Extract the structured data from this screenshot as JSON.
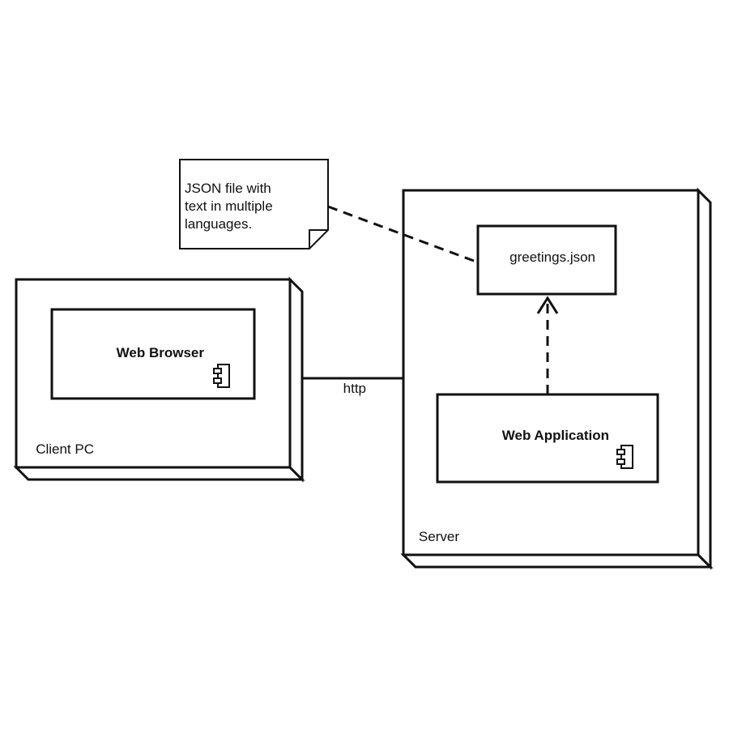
{
  "nodes": {
    "client": {
      "label": "Client PC"
    },
    "server": {
      "label": "Server"
    }
  },
  "components": {
    "browser": {
      "label": "Web Browser"
    },
    "webapp": {
      "label": "Web Application"
    }
  },
  "artifact": {
    "label": "greetings.json"
  },
  "connection": {
    "label": "http"
  },
  "note": {
    "lines": [
      "JSON file with",
      "text in multiple",
      "languages."
    ]
  },
  "colors": {
    "stroke": "#111111",
    "fill": "#ffffff"
  }
}
